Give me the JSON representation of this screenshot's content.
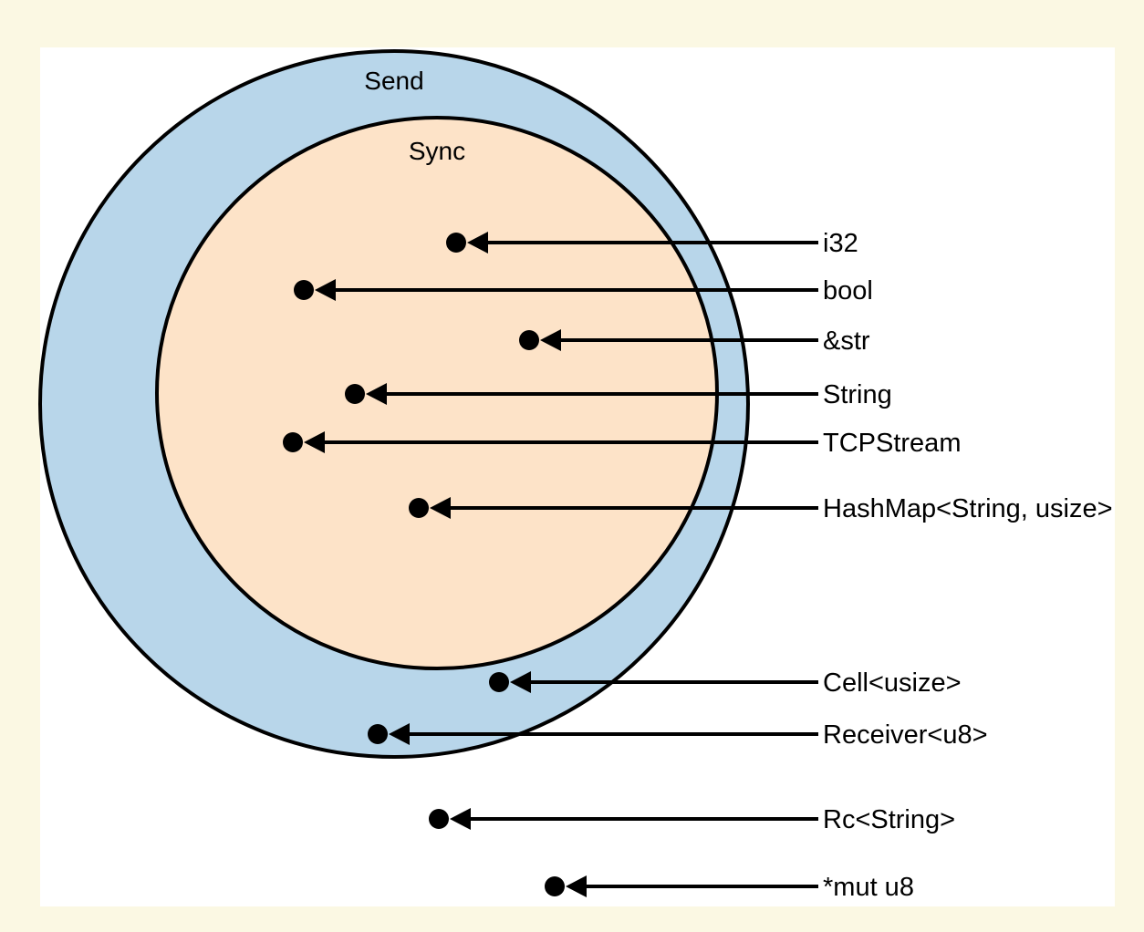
{
  "colors": {
    "page_background": "#fbf8e3",
    "panel_background": "#ffffff",
    "send_fill": "#b8d6ea",
    "sync_fill": "#fde3c8",
    "stroke": "#000000"
  },
  "sets": {
    "send": {
      "label": "Send"
    },
    "sync": {
      "label": "Sync"
    }
  },
  "types": [
    {
      "label": "i32",
      "membership": "Send + Sync"
    },
    {
      "label": "bool",
      "membership": "Send + Sync"
    },
    {
      "label": "&str",
      "membership": "Send + Sync"
    },
    {
      "label": "String",
      "membership": "Send + Sync"
    },
    {
      "label": "TCPStream",
      "membership": "Send + Sync"
    },
    {
      "label": "HashMap<String, usize>",
      "membership": "Send + Sync"
    },
    {
      "label": "Cell<usize>",
      "membership": "Send"
    },
    {
      "label": "Receiver<u8>",
      "membership": "Send"
    },
    {
      "label": "Rc<String>",
      "membership": "Neither"
    },
    {
      "label": "*mut u8",
      "membership": "Neither"
    }
  ]
}
